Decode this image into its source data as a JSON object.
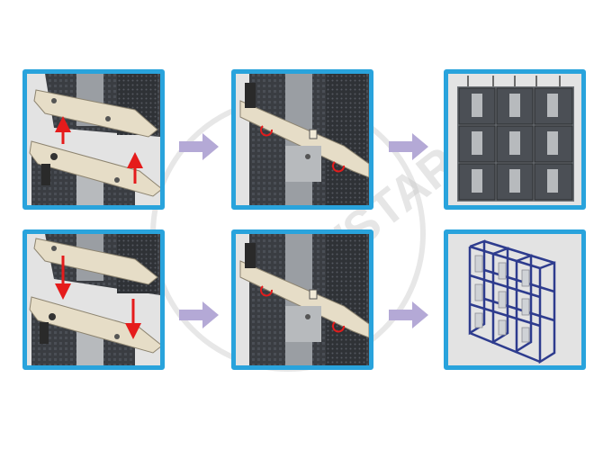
{
  "colors": {
    "frame_border": "#29a3dc",
    "panel_bg": "#e3e3e3",
    "step_arrow": "#b4a9d6",
    "lift_arrow": "#e51b1b",
    "cabinet_dark": "#3a3d42",
    "plate_beige": "#e6ddc7",
    "rigging_frame": "#2e3c8e",
    "watermark": "#c9c9c9"
  },
  "watermark": {
    "text": "NEWSTAR LED"
  },
  "rows": [
    {
      "steps": [
        "align-plates-lift",
        "plates-joined-lock",
        "hanging-wall-result"
      ]
    },
    {
      "steps": [
        "align-plates-lower",
        "plates-joined-lock",
        "rigging-frame-result"
      ]
    }
  ],
  "icons": {
    "step_arrow": "right-arrow-icon",
    "lift_arrow": "up-arrow-icon",
    "lower_arrow": "down-arrow-icon"
  }
}
